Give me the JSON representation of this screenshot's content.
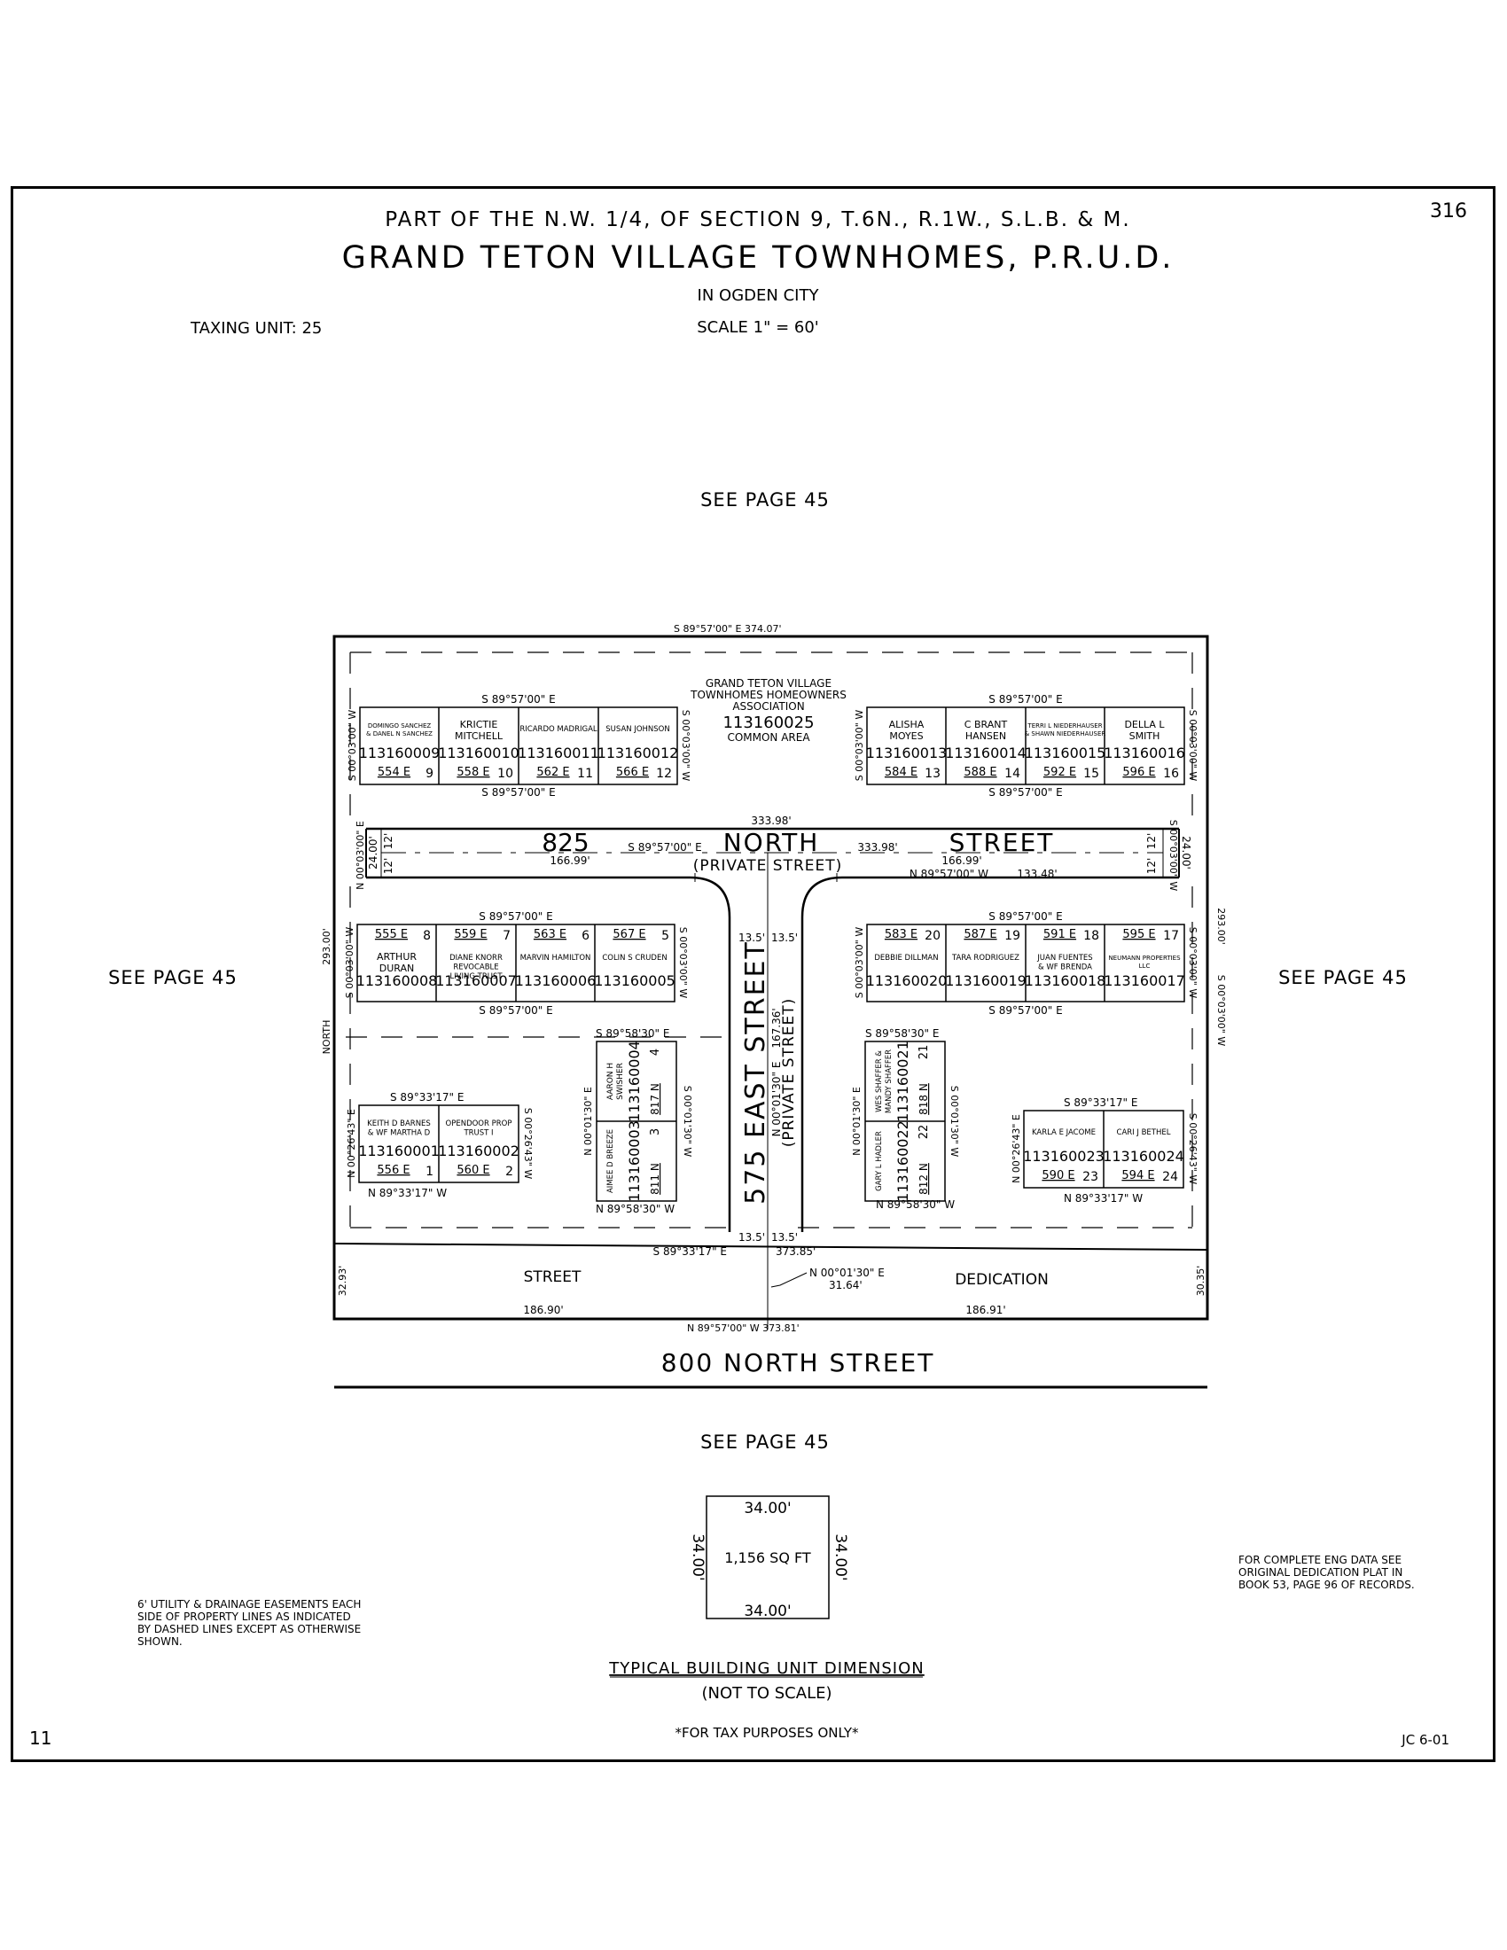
{
  "header": {
    "page_number": "316",
    "subtitle": "PART OF THE N.W. 1/4, OF SECTION 9, T.6N., R.1W., S.L.B. & M.",
    "title": "GRAND TETON VILLAGE TOWNHOMES, P.R.U.D.",
    "city": "IN OGDEN CITY",
    "scale": "SCALE 1\" = 60'",
    "taxing_unit": "TAXING UNIT: 25"
  },
  "see_page": {
    "top": "SEE PAGE 45",
    "left": "SEE PAGE 45",
    "right": "SEE PAGE 45",
    "bottom": "SEE PAGE 45"
  },
  "boundary": {
    "north": "S 89°57'00\" E    374.07'",
    "south": "N 89°57'00\" W    373.81'",
    "west_len": "293.00'",
    "west_bearing": "NORTH",
    "east_len": "293.00'",
    "east_bearing": "S 00°03'00\" W",
    "sw_len": "32.93'",
    "se_len": "30.35'"
  },
  "common_area": {
    "lines": [
      "GRAND TETON VILLAGE",
      "TOWNHOMES HOMEOWNERS",
      "ASSOCIATION"
    ],
    "parcel": "113160025",
    "label": "COMMON AREA"
  },
  "bearings": {
    "b1": "S 89°57'00\" E",
    "b2": "S 89°57'00\" E",
    "b3": "S 89°57'00\" E",
    "b4": "S 89°57'00\" E",
    "b5": "S 89°57'00\" E",
    "b6": "S 89°57'00\" E",
    "b7": "S 89°57'00\" E",
    "b8": "S 89°57'00\" E",
    "v1": "S 00°03'00\" W",
    "v2": "S 00°03'00\" W",
    "v3": "S 00°03'00\" W",
    "v4": "S 00°03'00\" W",
    "v5": "S 00°03'00\" W",
    "v6": "S 00°03'00\" W",
    "v7": "S 00°03'00\" W",
    "v8": "S 00°03'00\" W",
    "west_st": "N 00°03'00\" E",
    "east_st": "S 00°03'00\" W",
    "sw_top": "S 89°33'17\" E",
    "sw_bot": "N 89°33'17\" W",
    "sw_left": "N 00°26'43\" E",
    "sw_right": "S 00°26'43\" W",
    "se_top": "S 89°33'17\" E",
    "se_bot": "N 89°33'17\" W",
    "se_left": "N 00°26'43\" E",
    "se_right": "S 00°26'43\" W",
    "cw_top": "S 89°58'30\" E",
    "cw_bot": "N 89°58'30\" W",
    "cw_left": "N 00°01'30\" E",
    "cw_right": "S 00°01'30\" W",
    "ce_top": "S 89°58'30\" E",
    "ce_bot": "N 89°58'30\" W",
    "ce_left": "N 00°01'30\" E",
    "ce_right": "S 00°01'30\" W",
    "dedication_top": "S 89°33'17\" E",
    "dedication_top_len": "373.85'",
    "centerline": "N 00°01'30\" E",
    "centerline_len": "31.64'"
  },
  "north_street": {
    "number": "825",
    "word1": "NORTH",
    "word2": "STREET",
    "private": "(PRIVATE STREET)",
    "width": "24.00'",
    "half": "12'",
    "top_len": "333.98'",
    "center_bearing": "S 89°57'00\" E",
    "center_len": "333.98'",
    "left_len": "166.99'",
    "right_len": "166.99'",
    "bottom_bearing": "N 89°57'00\" W",
    "bottom_len": "133.48'"
  },
  "east_street": {
    "name": "575 EAST STREET",
    "private": "(PRIVATE STREET)",
    "bearing": "N 00°01'30\" E",
    "length": "167.36'",
    "half": "13.5'"
  },
  "dedication": {
    "street": "STREET",
    "dedication": "DEDICATION",
    "left_len": "186.90'",
    "right_len": "186.91'"
  },
  "street_800": "800 NORTH STREET",
  "lots": [
    {
      "n": "9",
      "owner": [
        "DOMINGO SANCHEZ",
        "& DANEL N SANCHEZ"
      ],
      "parcel": "113160009",
      "addr": "554 E"
    },
    {
      "n": "10",
      "owner": [
        "KRICTIE",
        "MITCHELL"
      ],
      "parcel": "113160010",
      "addr": "558 E"
    },
    {
      "n": "11",
      "owner": [
        "RICARDO MADRIGAL"
      ],
      "parcel": "113160011",
      "addr": "562 E"
    },
    {
      "n": "12",
      "owner": [
        "SUSAN JOHNSON"
      ],
      "parcel": "113160012",
      "addr": "566 E"
    },
    {
      "n": "13",
      "owner": [
        "ALISHA",
        "MOYES"
      ],
      "parcel": "113160013",
      "addr": "584 E"
    },
    {
      "n": "14",
      "owner": [
        "C BRANT",
        "HANSEN"
      ],
      "parcel": "113160014",
      "addr": "588 E"
    },
    {
      "n": "15",
      "owner": [
        "TERRI L NIEDERHAUSER",
        "& SHAWN NIEDERHAUSER"
      ],
      "parcel": "113160015",
      "addr": "592 E"
    },
    {
      "n": "16",
      "owner": [
        "DELLA L",
        "SMITH"
      ],
      "parcel": "113160016",
      "addr": "596 E"
    },
    {
      "n": "8",
      "owner": [
        "ARTHUR",
        "DURAN"
      ],
      "parcel": "113160008",
      "addr": "555 E"
    },
    {
      "n": "7",
      "owner": [
        "DIANE KNORR",
        "REVOCABLE",
        "LIVING TRUST"
      ],
      "parcel": "113160007",
      "addr": "559 E"
    },
    {
      "n": "6",
      "owner": [
        "MARVIN HAMILTON"
      ],
      "parcel": "113160006",
      "addr": "563 E"
    },
    {
      "n": "5",
      "owner": [
        "COLIN S CRUDEN"
      ],
      "parcel": "113160005",
      "addr": "567 E"
    },
    {
      "n": "20",
      "owner": [
        "DEBBIE DILLMAN"
      ],
      "parcel": "113160020",
      "addr": "583 E"
    },
    {
      "n": "19",
      "owner": [
        "TARA RODRIGUEZ"
      ],
      "parcel": "113160019",
      "addr": "587 E"
    },
    {
      "n": "18",
      "owner": [
        "JUAN FUENTES",
        "& WF BRENDA"
      ],
      "parcel": "113160018",
      "addr": "591 E"
    },
    {
      "n": "17",
      "owner": [
        "NEUMANN PROPERTIES",
        "LLC"
      ],
      "parcel": "113160017",
      "addr": "595 E"
    },
    {
      "n": "1",
      "owner": [
        "KEITH D BARNES",
        "& WF MARTHA D"
      ],
      "parcel": "113160001",
      "addr": "556 E"
    },
    {
      "n": "2",
      "owner": [
        "OPENDOOR PROP",
        "TRUST I"
      ],
      "parcel": "113160002",
      "addr": "560 E"
    },
    {
      "n": "23",
      "owner": [
        "KARLA E JACOME"
      ],
      "parcel": "113160023",
      "addr": "590 E"
    },
    {
      "n": "24",
      "owner": [
        "CARI J BETHEL"
      ],
      "parcel": "113160024",
      "addr": "594 E"
    },
    {
      "n": "4",
      "owner": [
        "AARON H",
        "SWISHER"
      ],
      "parcel": "113160004",
      "addr": "817 N"
    },
    {
      "n": "3",
      "owner": [
        "AIMEE D BREEZE"
      ],
      "parcel": "113160003",
      "addr": "811 N"
    },
    {
      "n": "21",
      "owner": [
        "WES SHAFFER &",
        "MANDY SHAFFER"
      ],
      "parcel": "113160021",
      "addr": "818 N"
    },
    {
      "n": "22",
      "owner": [
        "GARY L HADLER"
      ],
      "parcel": "113160022",
      "addr": "812 N"
    }
  ],
  "typical_unit": {
    "top": "34.00'",
    "bottom": "34.00'",
    "left": "34.00'",
    "right": "34.00'",
    "area": "1,156 SQ FT",
    "title": "TYPICAL BUILDING UNIT DIMENSION",
    "subtitle": "(NOT TO SCALE)"
  },
  "notes": {
    "easement": [
      "6' UTILITY & DRAINAGE EASEMENTS EACH",
      "SIDE OF PROPERTY LINES AS INDICATED",
      "BY DASHED LINES EXCEPT AS OTHERWISE",
      "SHOWN."
    ],
    "eng_data": [
      "FOR COMPLETE ENG DATA SEE",
      "ORIGINAL DEDICATION PLAT IN",
      "BOOK 53, PAGE 96 OF RECORDS."
    ]
  },
  "footer": {
    "page_left": "11",
    "tax_note": "*FOR TAX PURPOSES ONLY*",
    "initials": "JC 6-01"
  }
}
